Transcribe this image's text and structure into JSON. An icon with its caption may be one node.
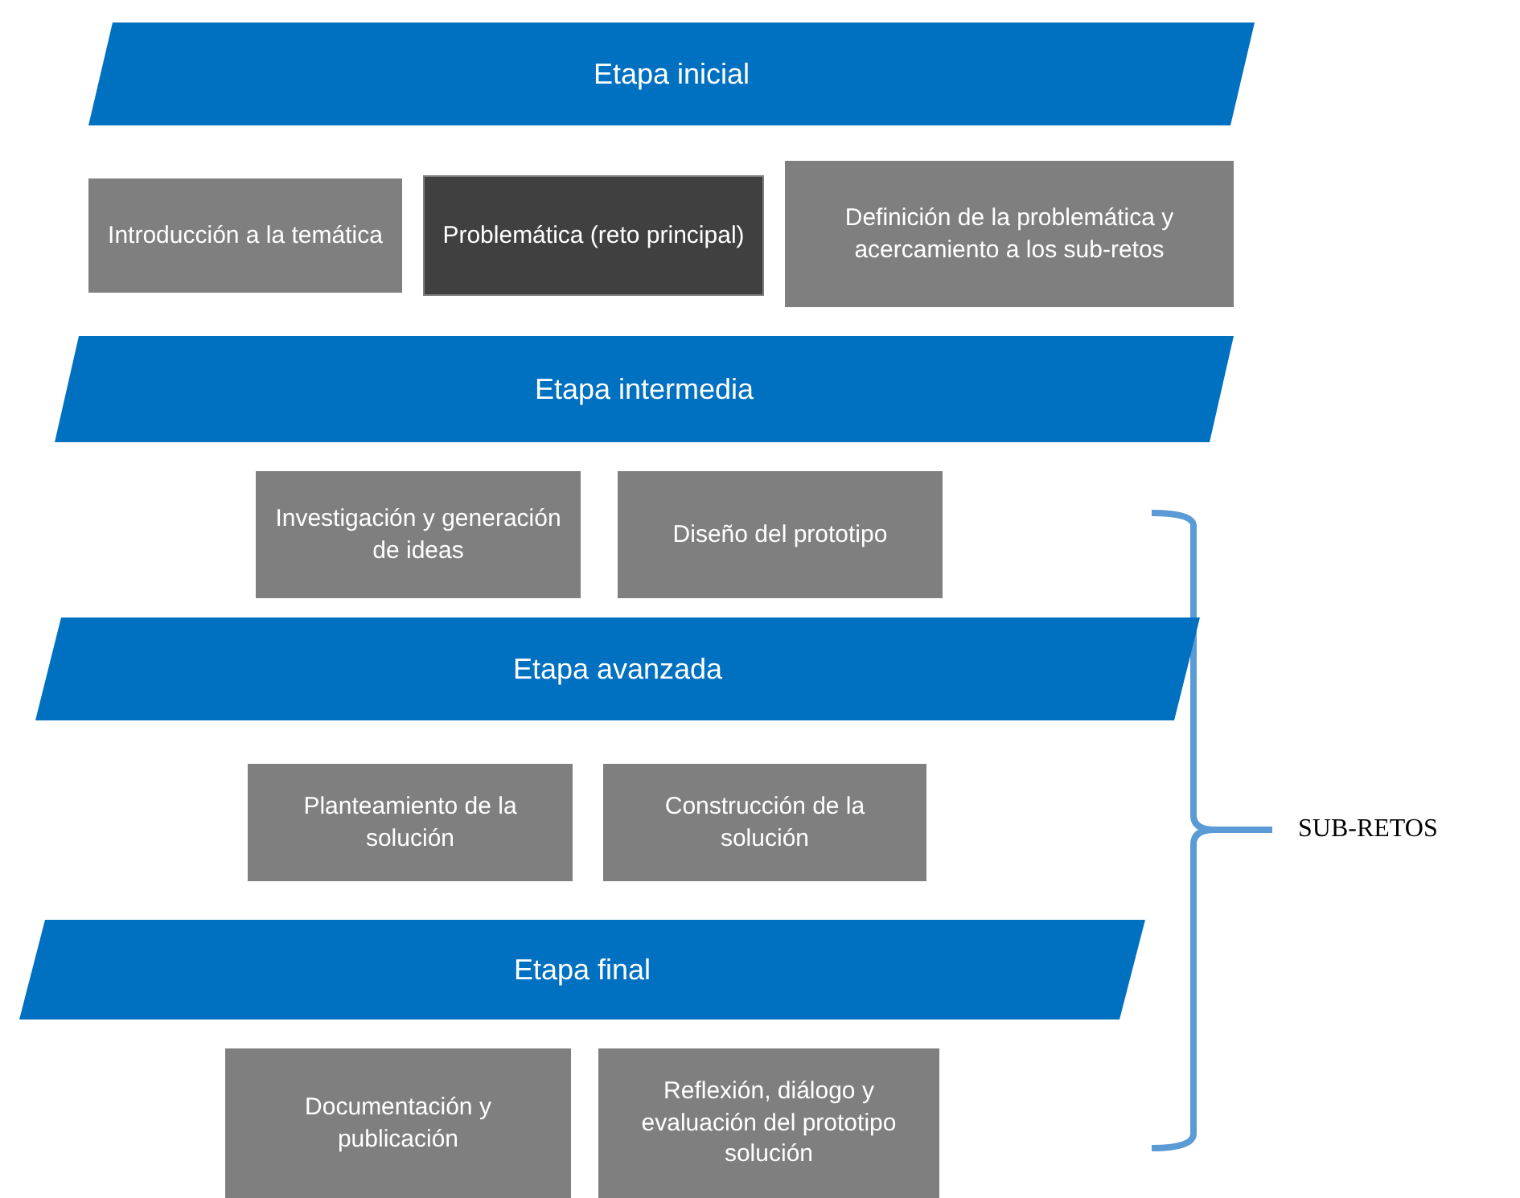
{
  "diagram": {
    "nodes": [
      {
        "text": [
          "Etapa inicial"
        ]
      },
      {
        "text": [
          "Introducción a la temática"
        ]
      },
      {
        "text": [
          "Problemática (reto principal)"
        ]
      },
      {
        "text": [
          "Definición de la problemática y acercamiento a los sub-retos"
        ]
      },
      {
        "text": [
          "Etapa intermedia"
        ]
      },
      {
        "text": [
          "Investigación y generación de ideas"
        ]
      },
      {
        "text": [
          "Diseño del prototipo"
        ]
      },
      {
        "text": [
          "Etapa avanzada"
        ]
      },
      {
        "text": [
          "Planteamiento de la solución"
        ]
      },
      {
        "text": [
          "Construcción de la solución"
        ]
      },
      {
        "text": [
          "Etapa final"
        ]
      },
      {
        "text": [
          "Documentación y publicación"
        ]
      },
      {
        "text": [
          "Reflexión, diálogo y evaluación del prototipo solución"
        ]
      }
    ],
    "labels": [
      "SUB-RETOS"
    ]
  }
}
